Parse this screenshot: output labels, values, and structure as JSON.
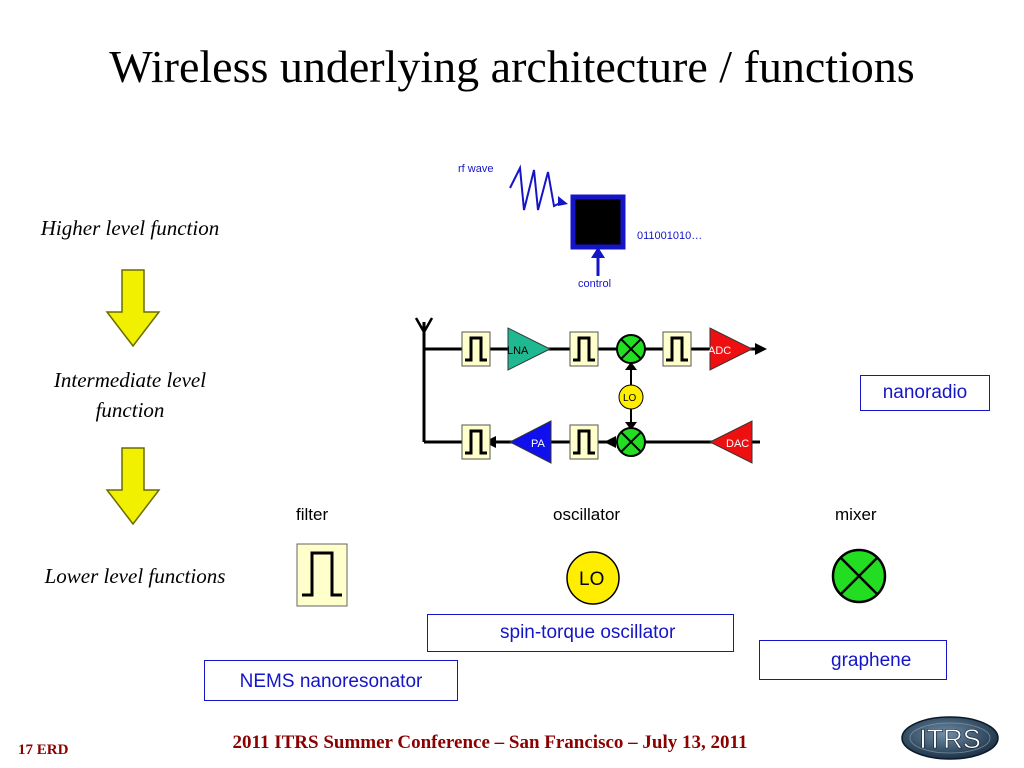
{
  "title": "Wireless underlying architecture / functions",
  "levels": {
    "higher": "Higher level function",
    "intermediate_line1": "Intermediate level",
    "intermediate_line2": "function",
    "lower": "Lower level functions"
  },
  "top_block": {
    "rf_label": "rf wave",
    "output_bits": "011001010…",
    "control_label": "control"
  },
  "radio": {
    "lna": "LNA",
    "adc": "ADC",
    "lo": "LO",
    "pa": "PA",
    "dac": "DAC",
    "box_label": "nanoradio"
  },
  "components": {
    "filter_label": "filter",
    "oscillator_label": "oscillator",
    "mixer_label": "mixer",
    "lo_symbol": "LO"
  },
  "technologies": {
    "filter_tech": "NEMS nanoresonator",
    "oscillator_tech": "spin-torque oscillator",
    "mixer_tech": "graphene"
  },
  "footer": {
    "conference": "2011 ITRS Summer Conference  – San Francisco  –  July 13, 2011",
    "slide_number": "17 ERD",
    "logo_text": "ITRS"
  },
  "colors": {
    "blue": "#1515c8",
    "lna_green": "#20b890",
    "adc_red": "#ee1010",
    "pa_blue": "#1010ee",
    "lo_yellow": "#ffee00",
    "mixer_green": "#22dd22",
    "filter_bg": "#ffffcc",
    "arrow_yellow": "#f0f000",
    "footer_red": "#8b0000"
  }
}
